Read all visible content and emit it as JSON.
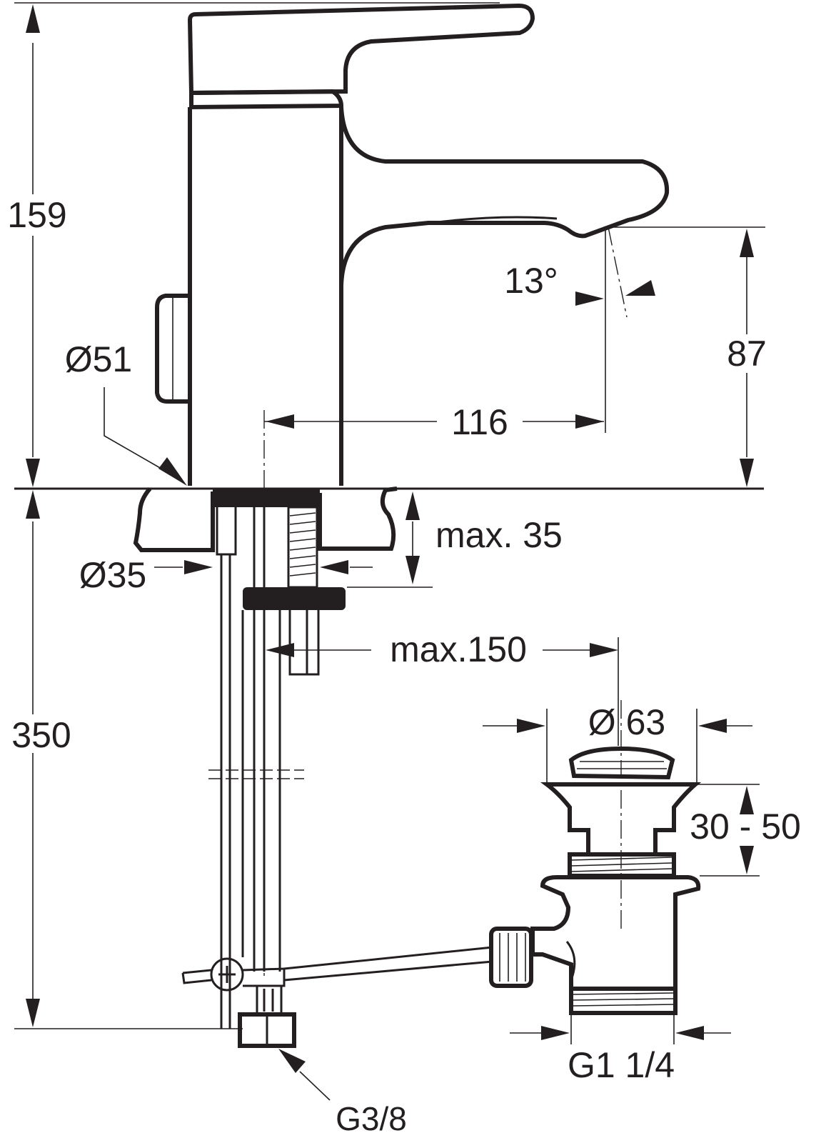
{
  "drawing": {
    "title": "",
    "line_color": "#231f20",
    "background": "#ffffff"
  },
  "dimensions": {
    "faucet_height": "159",
    "under_counter_length": "350",
    "base_diameter": "Ø51",
    "hole_diameter": "Ø35",
    "spout_reach": "116",
    "spout_height": "87",
    "spout_angle": "13°",
    "counter_thickness": "max. 35",
    "rod_distance": "max.150",
    "waste_diameter": "Ø 63",
    "waste_height_range": "30 - 50",
    "waste_thread": "G1 1/4",
    "supply_thread": "G3/8"
  }
}
